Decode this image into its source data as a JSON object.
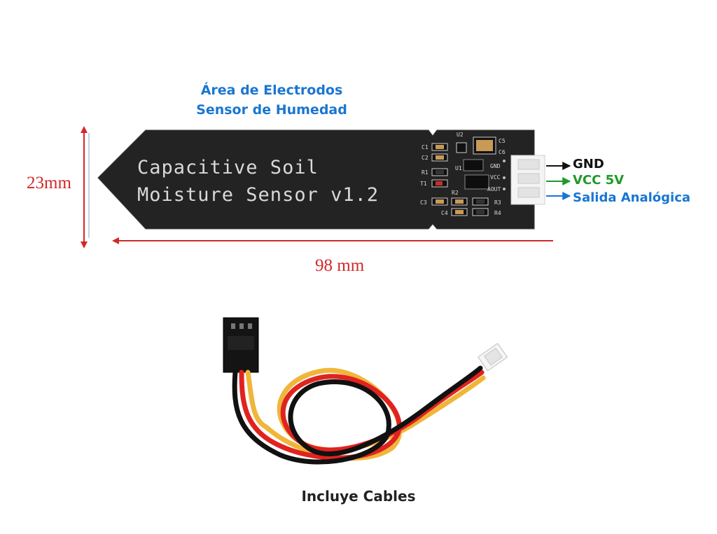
{
  "electrode_area": {
    "line1": "Área de Electrodos",
    "line2": "Sensor de Humedad"
  },
  "board": {
    "title_line1": "Capacitive Soil",
    "title_line2": "Moisture Sensor v1.2",
    "color": "#232323",
    "silk_labels": [
      "C1",
      "C2",
      "R1",
      "T1",
      "U1",
      "U2",
      "C5",
      "C6",
      "R2",
      "R3",
      "R4",
      "C3",
      "C4"
    ],
    "header_labels": [
      "GND",
      "VCC",
      "AOUT"
    ]
  },
  "dimensions": {
    "height": "23mm",
    "width": "98 mm",
    "color": "#d22828"
  },
  "pins": [
    {
      "label": "GND",
      "color": "#111111"
    },
    {
      "label": "VCC 5V",
      "color": "#1f9a2a"
    },
    {
      "label": "Salida Analógica",
      "color": "#1976d2"
    }
  ],
  "cable": {
    "caption": "Incluye Cables",
    "wire_colors": [
      "#111111",
      "#e0231f",
      "#f0b63a"
    ]
  }
}
